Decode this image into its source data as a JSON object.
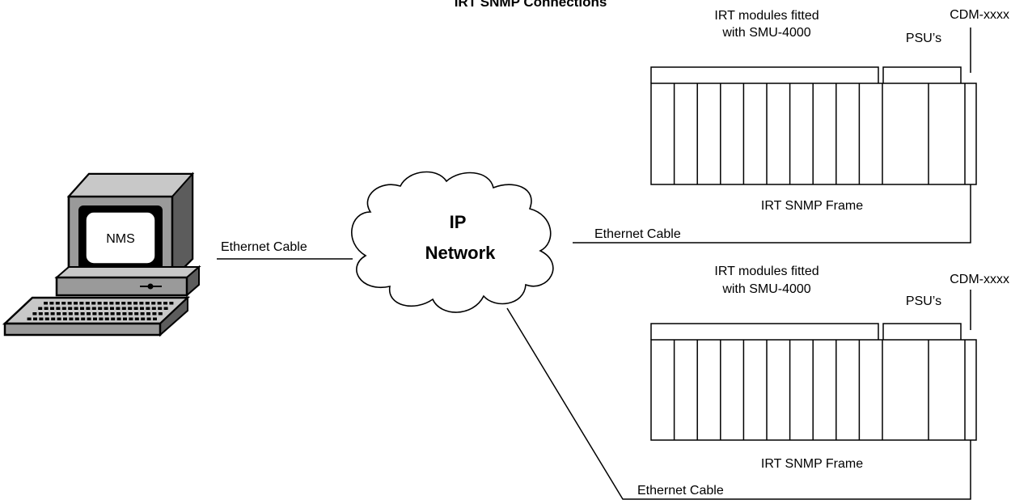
{
  "title": "IRT SNMP Connections",
  "nms": {
    "screen_label": "NMS",
    "cable_label": "Ethernet Cable"
  },
  "network": {
    "line1": "IP",
    "line2": "Network"
  },
  "frames": [
    {
      "modules_label_line1": "IRT modules fitted",
      "modules_label_line2": "with SMU-4000",
      "psu_label": "PSU’s",
      "cdm_label": "CDM-xxxx",
      "frame_label": "IRT SNMP Frame",
      "cable_label": "Ethernet Cable",
      "module_slots": 10,
      "psu_slots": 2
    },
    {
      "modules_label_line1": "IRT modules fitted",
      "modules_label_line2": "with SMU-4000",
      "psu_label": "PSU’s",
      "cdm_label": "CDM-xxxx",
      "frame_label": "IRT SNMP Frame",
      "cable_label": "Ethernet Cable",
      "module_slots": 10,
      "psu_slots": 2
    }
  ]
}
